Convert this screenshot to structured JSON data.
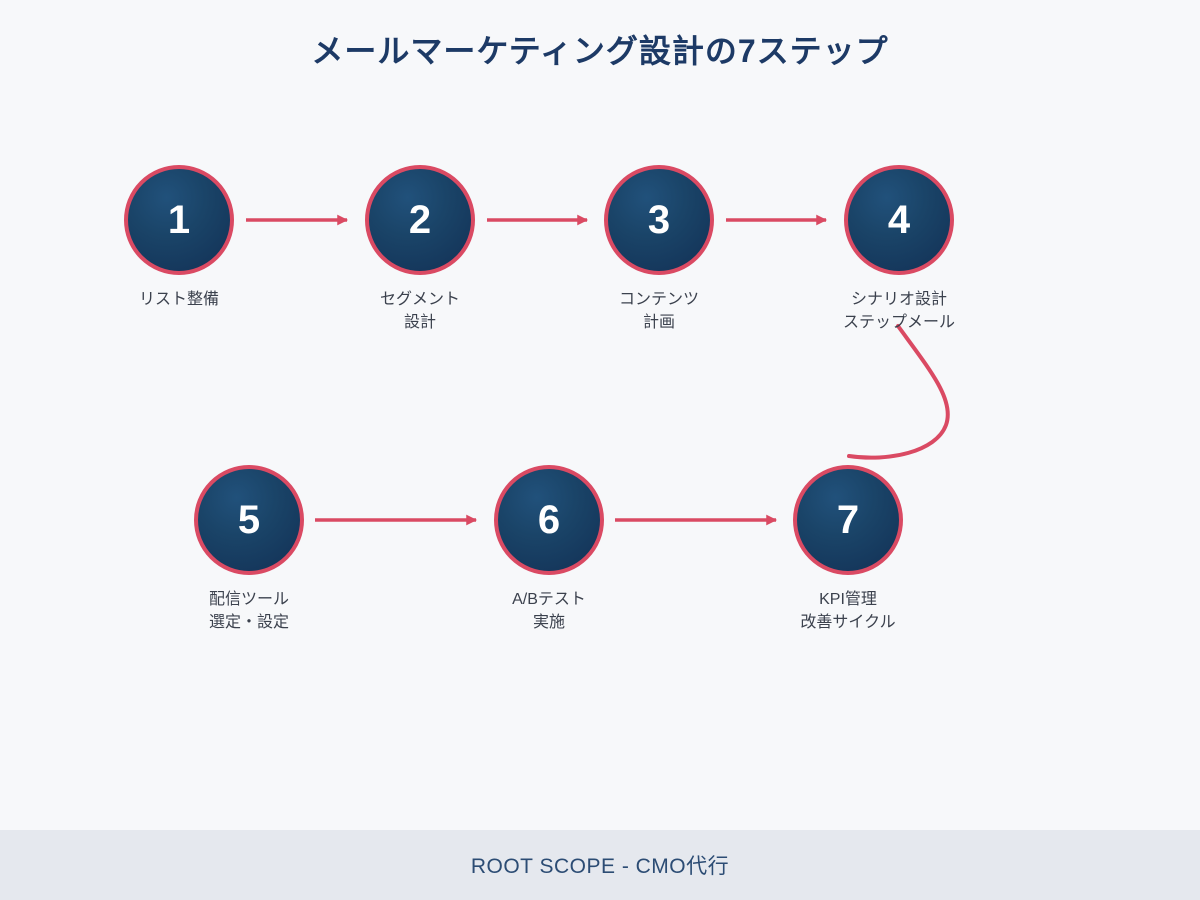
{
  "page": {
    "title": "メールマーケティング設計の7ステップ",
    "footer_text": "ROOT SCOPE - CMO代行"
  },
  "colors": {
    "accent_pink": "#da4a63",
    "circle_navy": "#17395e",
    "title_navy": "#1d3a66",
    "label_gray": "#3b414d",
    "background": "#f7f8fa",
    "footer_band": "#e5e8ee"
  },
  "steps": [
    {
      "number": "1",
      "label": "リスト整備"
    },
    {
      "number": "2",
      "label": "セグメント\n設計"
    },
    {
      "number": "3",
      "label": "コンテンツ\n計画"
    },
    {
      "number": "4",
      "label": "シナリオ設計\nステップメール"
    },
    {
      "number": "5",
      "label": "配信ツール\n選定・設定"
    },
    {
      "number": "6",
      "label": "A/Bテスト\n実施"
    },
    {
      "number": "7",
      "label": "KPI管理\n改善サイクル"
    }
  ]
}
